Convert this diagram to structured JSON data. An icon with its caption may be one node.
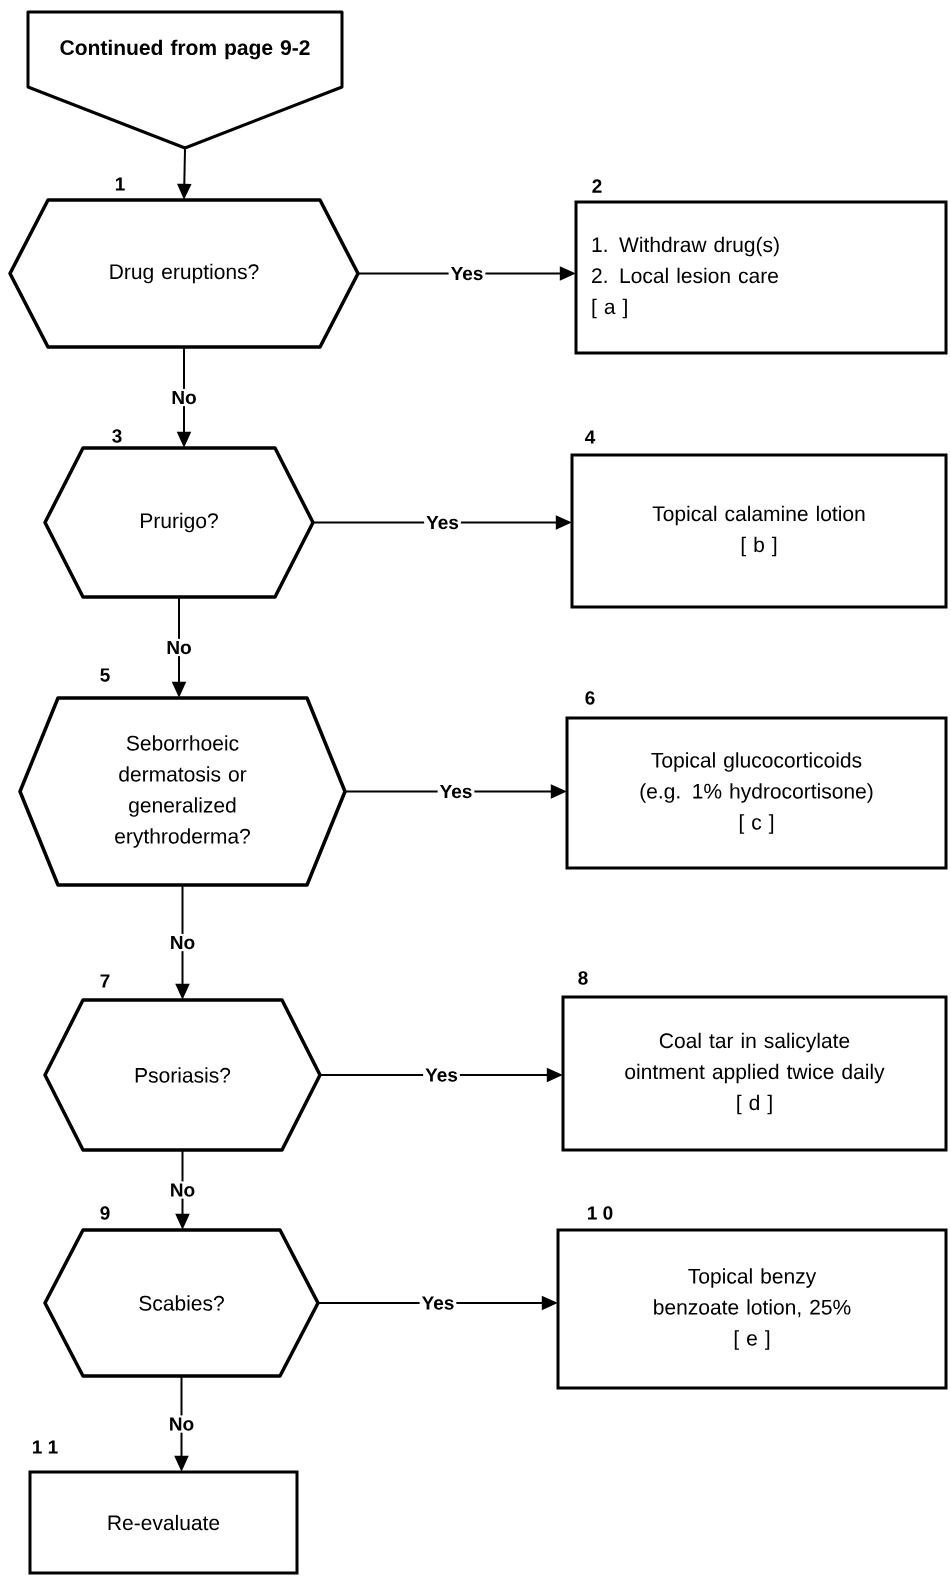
{
  "diagram": {
    "nodes": [
      {
        "text": [
          "Continued from page 9-2"
        ]
      },
      {
        "text": [
          "Drug eruptions?"
        ],
        "beside": [
          "1"
        ]
      },
      {
        "text": [
          "1. Withdraw drug(s)",
          "2. Local lesion care",
          "[ a ]"
        ],
        "beside": [
          "2"
        ]
      },
      {
        "text": [
          "Prurigo?"
        ],
        "beside": [
          "3"
        ]
      },
      {
        "text": [
          "Topical calamine lotion",
          "[ b ]"
        ],
        "beside": [
          "4"
        ]
      },
      {
        "text": [
          "Seborrhoeic dermatosis or generalized erythroderma?"
        ],
        "beside": [
          "5"
        ]
      },
      {
        "text": [
          "Topical glucocorticoids (e.g. 1% hydrocortisone)",
          "[ c ]"
        ],
        "beside": [
          "6"
        ]
      },
      {
        "text": [
          "Psoriasis?"
        ],
        "beside": [
          "7"
        ]
      },
      {
        "text": [
          "Coal tar in salicylate ointment applied twice daily",
          "[ d ]"
        ],
        "beside": [
          "8"
        ]
      },
      {
        "text": [
          "Scabies?"
        ],
        "beside": [
          "9"
        ]
      },
      {
        "text": [
          "Topical benzy benzoate lotion, 25%",
          "[ e ]"
        ],
        "beside": [
          "1 0"
        ]
      },
      {
        "text": [
          "Re-evaluate"
        ],
        "beside": [
          "1 1"
        ]
      }
    ],
    "edges": [
      {
        "from": 0,
        "to": 1,
        "arrow": "to"
      },
      {
        "from": 1,
        "to": 2,
        "arrow": "to",
        "label": "Yes"
      },
      {
        "from": 1,
        "to": 3,
        "arrow": "to",
        "label": "No"
      },
      {
        "from": 3,
        "to": 4,
        "arrow": "to",
        "label": "Yes"
      },
      {
        "from": 3,
        "to": 5,
        "arrow": "to",
        "label": "No"
      },
      {
        "from": 5,
        "to": 6,
        "arrow": "to",
        "label": "Yes"
      },
      {
        "from": 5,
        "to": 7,
        "arrow": "to",
        "label": "No"
      },
      {
        "from": 7,
        "to": 8,
        "arrow": "to",
        "label": "Yes"
      },
      {
        "from": 7,
        "to": 9,
        "arrow": "to",
        "label": "No"
      },
      {
        "from": 9,
        "to": 10,
        "arrow": "to",
        "label": "Yes"
      },
      {
        "from": 9,
        "to": 11,
        "arrow": "to",
        "label": "No"
      }
    ]
  }
}
